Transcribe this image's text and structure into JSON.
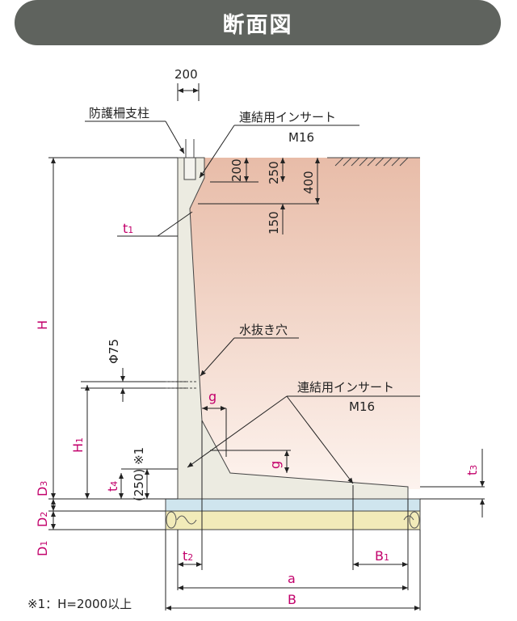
{
  "title": "断面図",
  "labels": {
    "dim_top_width": "200",
    "fence_post": "防護柵支柱",
    "insert_top": "連結用インサート",
    "insert_top_size": "M16",
    "dim_insert_200": "200",
    "dim_insert_250": "250",
    "dim_insert_400": "400",
    "dim_150": "150",
    "t1": "t",
    "t1_sub": "1",
    "H": "H",
    "drain_hole": "水抜き穴",
    "phi75": "Φ75",
    "g_upper": "g",
    "insert_bottom": "連結用インサート",
    "insert_bottom_size": "M16",
    "H1": "H",
    "H1_sub": "1",
    "g_lower": "g",
    "dim_250_note": "(250) ※1",
    "t4": "t",
    "t4_sub": "4",
    "t3": "t",
    "t3_sub": "3",
    "D3": "D",
    "D3_sub": "3",
    "D2": "D",
    "D2_sub": "2",
    "D1": "D",
    "D1_sub": "1",
    "t2": "t",
    "t2_sub": "2",
    "B1": "B",
    "B1_sub": "1",
    "a": "a",
    "B": "B",
    "footnote": "※1：H=2000以上"
  },
  "colors": {
    "banner": "#5f635e",
    "dimension_text": "#c2006b",
    "soil_top": "#e8bca8",
    "concrete": "#ecebe1",
    "base_concrete": "#cfe5ee",
    "gravel": "#f2ebb9"
  }
}
